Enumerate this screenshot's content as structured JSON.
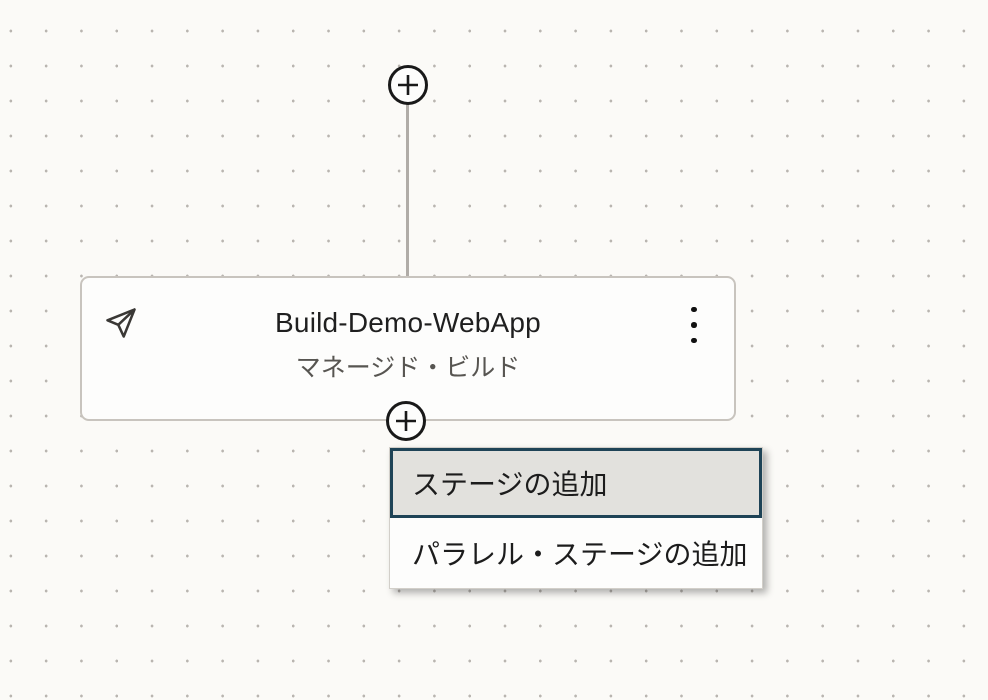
{
  "canvas": {
    "background_color": "#fbfaf7",
    "dot_color": "#b9b5b0"
  },
  "top_add_button": {
    "icon": "plus-icon"
  },
  "stage_card": {
    "title": "Build-Demo-WebApp",
    "subtitle": "マネージド・ビルド",
    "leading_icon": "send-icon",
    "overflow_icon": "kebab-menu-icon"
  },
  "card_add_button": {
    "icon": "plus-icon"
  },
  "context_menu": {
    "items": [
      {
        "label": "ステージの追加",
        "selected": true
      },
      {
        "label": "パラレル・ステージの追加",
        "selected": false
      }
    ]
  },
  "colors": {
    "selection_border": "#1e4356",
    "selected_item_background": "#e2e1dd",
    "card_border": "#c8c4be",
    "connector_line": "#b0aca7",
    "title_text": "#1f1f1f",
    "subtitle_text": "#575551"
  }
}
